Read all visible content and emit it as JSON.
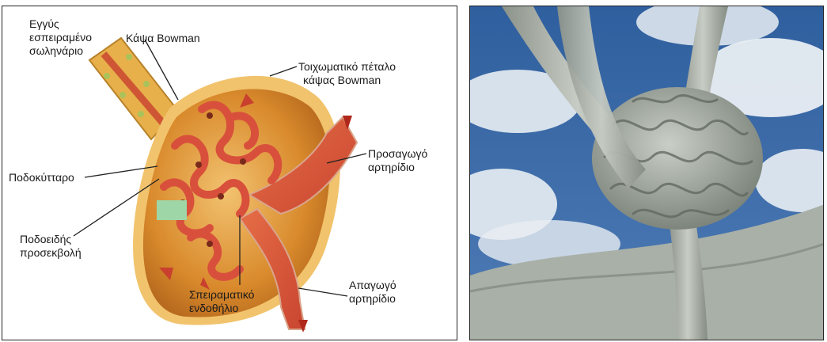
{
  "labels": {
    "pct": [
      "Εγγύς",
      "εσπειραμένο",
      "σωληνάριο"
    ],
    "bowman_capsule": "Κάψα Bowman",
    "parietal_layer": [
      "Τοιχωματικό πέταλο",
      "κάψας Bowman"
    ],
    "afferent": [
      "Προσαγωγό",
      "αρτηρίδιο"
    ],
    "podocyte": "Ποδοκύτταρο",
    "foot_process": [
      "Ποδοειδής",
      "προσεκβολή"
    ],
    "endothelium": [
      "Σπειραματικό",
      "ενδοθήλιο"
    ],
    "efferent": [
      "Απαγωγό",
      "αρτηρίδιο"
    ]
  },
  "colors": {
    "capsule_fill": "#d98a2c",
    "capsule_rim": "#f1c36c",
    "glomerulus": "#d8503c",
    "vessel": "#e2603e",
    "tubule": "#e7b04a",
    "highlight_box": "#9fd6a8",
    "sky": "#3d6aa8",
    "cloud": "#e9eef3",
    "tissue": "#a9b0a7"
  }
}
